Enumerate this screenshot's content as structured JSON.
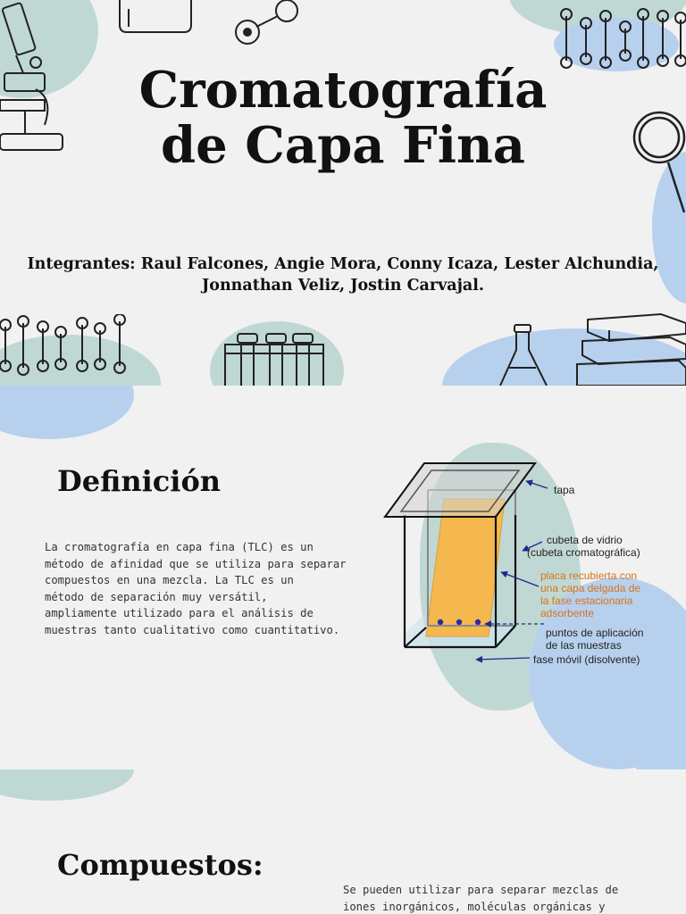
{
  "slide1": {
    "title_line1": "Cromatografía",
    "title_line2": "de Capa Fina",
    "members_line1": "Integrantes: Raul Falcones, Angie Mora, Conny Icaza, Lester Alchundia,",
    "members_line2": "Jonnathan Veliz, Jostin Carvajal."
  },
  "slide2": {
    "heading": "Definición",
    "paragraph_lines": [
      "La cromatografía en capa fina (TLC) es un",
      "método de afinidad que se utiliza para separar",
      "compuestos en una mezcla. La TLC es un",
      "método de separación muy versátil,",
      "ampliamente utilizado para el análisis de",
      "muestras tanto cualitativo como cuantitativo."
    ],
    "diagram": {
      "label_lid": "tapa",
      "label_glass_1": "cubeta de vidrio",
      "label_glass_2": "(cubeta cromatográfica)",
      "label_plate_1": "placa recubierta con",
      "label_plate_2": "una capa delgada de",
      "label_plate_3": "la fase estacionaria",
      "label_plate_4": "adsorbente",
      "label_points_1": "puntos de aplicación",
      "label_points_2": "de las muestras",
      "label_mobile": "fase móvil (disolvente)"
    }
  },
  "slide3": {
    "heading": "Compuestos:",
    "paragraph_lines": [
      "Se pueden utilizar para separar mezclas de",
      "iones inorgánicos, moléculas orgánicas y"
    ]
  },
  "colors": {
    "background": "#f1f1f1",
    "blob_blue": "#b7d0ee",
    "blob_teal": "#bfd8d4",
    "plate_orange": "#f4b84e",
    "label_orange": "#d9731a",
    "arrow_navy": "#1f2a8a"
  }
}
